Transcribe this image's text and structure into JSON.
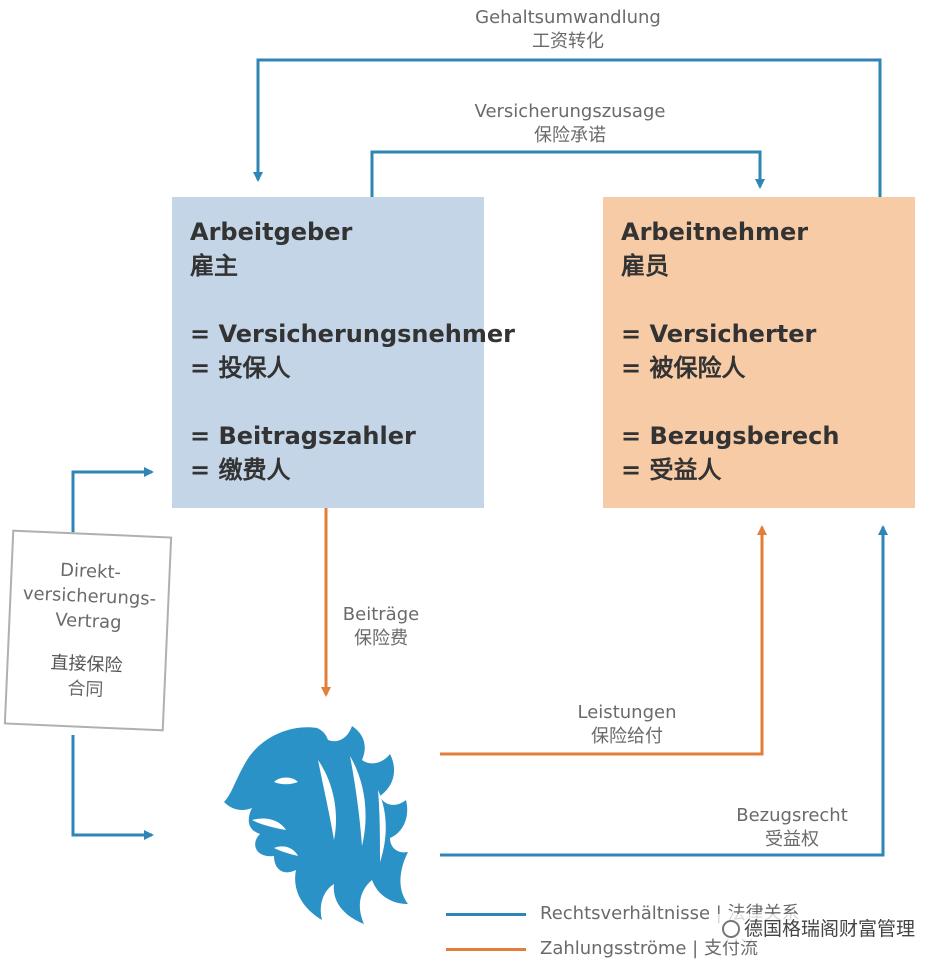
{
  "colors": {
    "legal_blue": "#2f86b6",
    "payment_orange": "#e07f3a",
    "employer_fill": "#c3d5e6",
    "employee_fill": "#f7cba6",
    "lion_blue": "#2a92c6"
  },
  "employer": {
    "title": "Arbeitgeber",
    "title_cn": "雇主",
    "role1": "= Versicherungsnehmer",
    "role1_cn": "= 投保人",
    "role2": "= Beitragszahler",
    "role2_cn": "= 缴费人"
  },
  "employee": {
    "title": "Arbeitnehmer",
    "title_cn": "雇员",
    "role1": "= Versicherter",
    "role1_cn": "= 被保险人",
    "role2": "= Bezugsberech",
    "role2_cn": "= 受益人"
  },
  "flows": {
    "salary_conversion": "Gehaltsumwandlung",
    "salary_conversion_cn": "工资转化",
    "insurance_commitment": "Versicherungszusage",
    "insurance_commitment_cn": "保险承诺",
    "contributions": "Beiträge",
    "contributions_cn": "保险费",
    "benefits": "Leistungen",
    "benefits_cn": "保险给付",
    "entitlement": "Bezugsrecht",
    "entitlement_cn": "受益权"
  },
  "contract": {
    "line1": "Direkt-",
    "line2": "versicherungs-",
    "line3": "Vertrag",
    "cn1": "直接保险",
    "cn2": "合同"
  },
  "legend": {
    "legal": "Rechtsverhältnisse | 法律关系",
    "payment": "Zahlungsströme | 支付流"
  },
  "watermark": "德国格瑞阁财富管理",
  "icons": {
    "insurer_logo": "lion-head-icon",
    "watermark_icon": "wechat-icon"
  }
}
